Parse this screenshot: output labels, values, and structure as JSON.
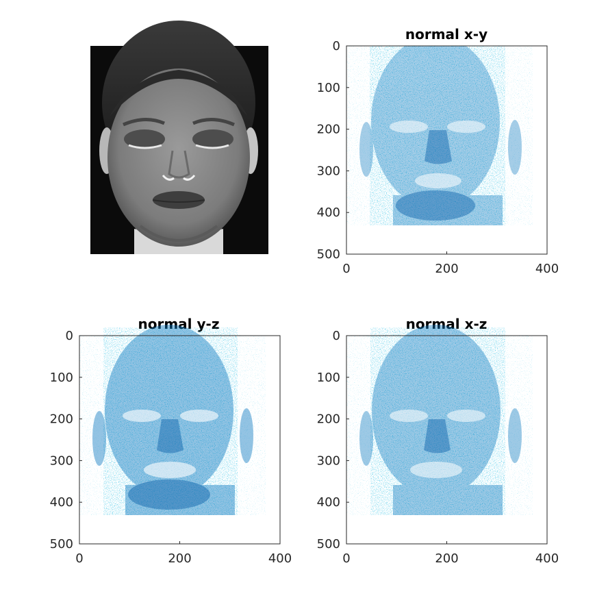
{
  "figure": {
    "colors": {
      "background": "#ffffff",
      "axis": "#262626",
      "point_color": "#0072bd"
    }
  },
  "chart_data": [
    {
      "type": "image",
      "title": "albedo",
      "colormap": "gray",
      "axes_visible": false,
      "description_visual": "grayscale face image, eyes closed"
    },
    {
      "type": "scatter",
      "title": "normal x-y",
      "xlim": [
        0,
        400
      ],
      "ylim": [
        0,
        500
      ],
      "y_reversed": true,
      "xticks": [
        0,
        200,
        400
      ],
      "yticks": [
        0,
        100,
        200,
        300,
        400,
        500
      ],
      "grid": false,
      "color": "#0072bd"
    },
    {
      "type": "scatter",
      "title": "normal y-z",
      "xlim": [
        0,
        400
      ],
      "ylim": [
        0,
        500
      ],
      "y_reversed": true,
      "xticks": [
        0,
        200,
        400
      ],
      "yticks": [
        0,
        100,
        200,
        300,
        400,
        500
      ],
      "grid": false,
      "color": "#0072bd"
    },
    {
      "type": "scatter",
      "title": "normal x-z",
      "xlim": [
        0,
        400
      ],
      "ylim": [
        0,
        500
      ],
      "y_reversed": true,
      "xticks": [
        0,
        200,
        400
      ],
      "yticks": [
        0,
        100,
        200,
        300,
        400,
        500
      ],
      "grid": false,
      "color": "#0072bd"
    }
  ]
}
